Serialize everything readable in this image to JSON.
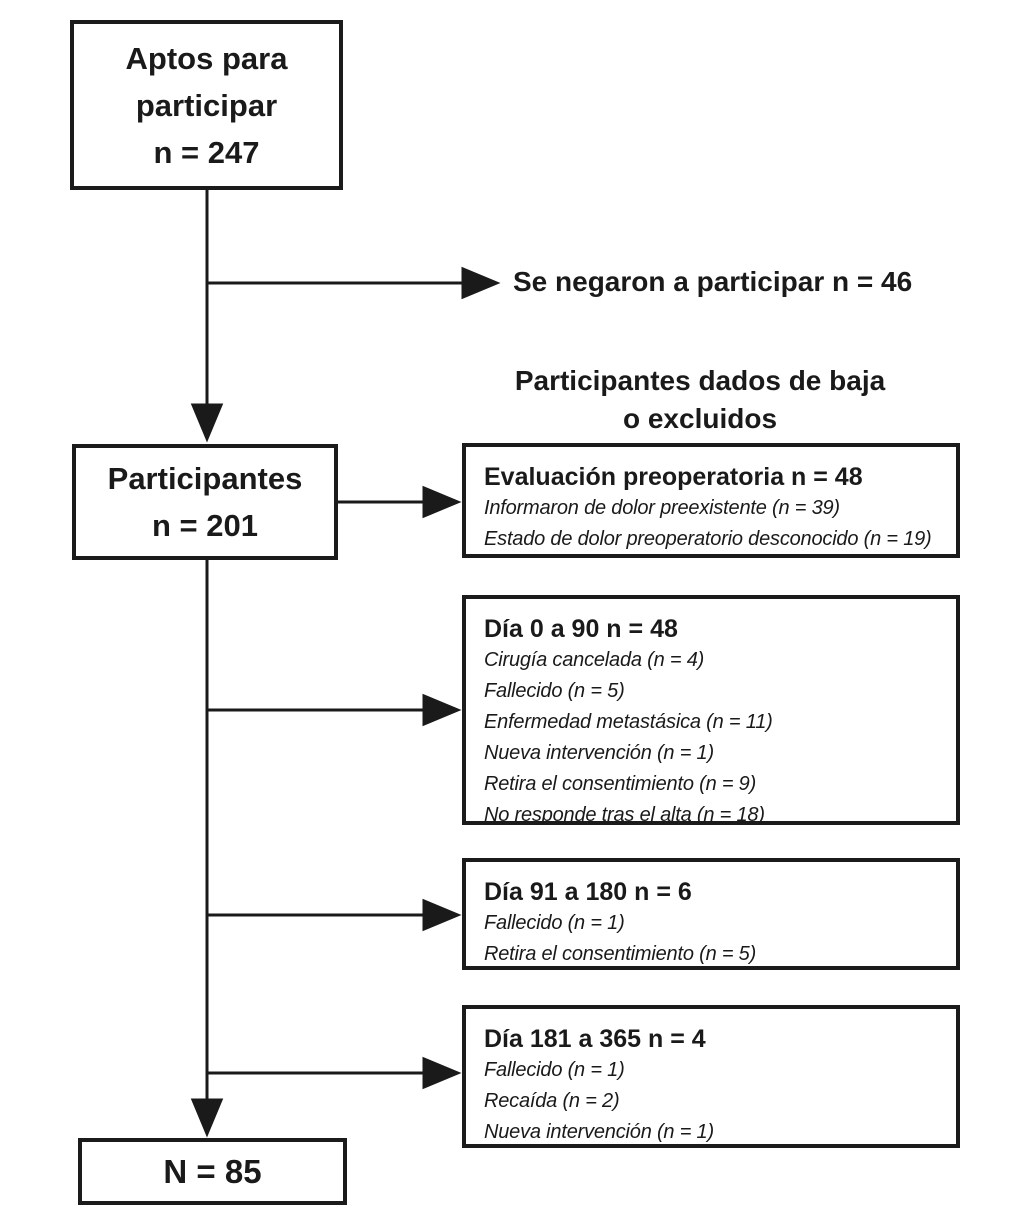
{
  "diagram": {
    "boxes": {
      "eligible": {
        "lines": [
          "Aptos para",
          "participar",
          "n = 247"
        ]
      },
      "participants": {
        "lines": [
          "Participantes",
          "n = 201"
        ]
      },
      "final": {
        "lines": [
          "N = 85"
        ]
      }
    },
    "declined_label": "Se negaron a participar n = 46",
    "withdrawn_header": {
      "line1": "Participantes dados de baja",
      "line2": "o excluidos"
    },
    "exclusion_boxes": [
      {
        "title": "Evaluación preoperatoria n = 48",
        "items": [
          "Informaron de dolor preexistente (n = 39)",
          "Estado de dolor preoperatorio desconocido (n = 19)"
        ]
      },
      {
        "title": "Día 0 a 90 n = 48",
        "items": [
          "Cirugía cancelada (n = 4)",
          "Fallecido (n = 5)",
          "Enfermedad metastásica (n = 11)",
          "Nueva intervención (n = 1)",
          "Retira el consentimiento (n = 9)",
          "No responde tras el alta (n = 18)"
        ]
      },
      {
        "title": "Día 91 a 180 n = 6",
        "items": [
          "Fallecido (n = 1)",
          "Retira el consentimiento (n = 5)"
        ]
      },
      {
        "title": "Día 181 a 365 n = 4",
        "items": [
          "Fallecido (n = 1)",
          "Recaída (n = 2)",
          "Nueva intervención (n = 1)"
        ]
      }
    ],
    "colors": {
      "ink": "#1a1a1a",
      "background": "#ffffff"
    }
  }
}
